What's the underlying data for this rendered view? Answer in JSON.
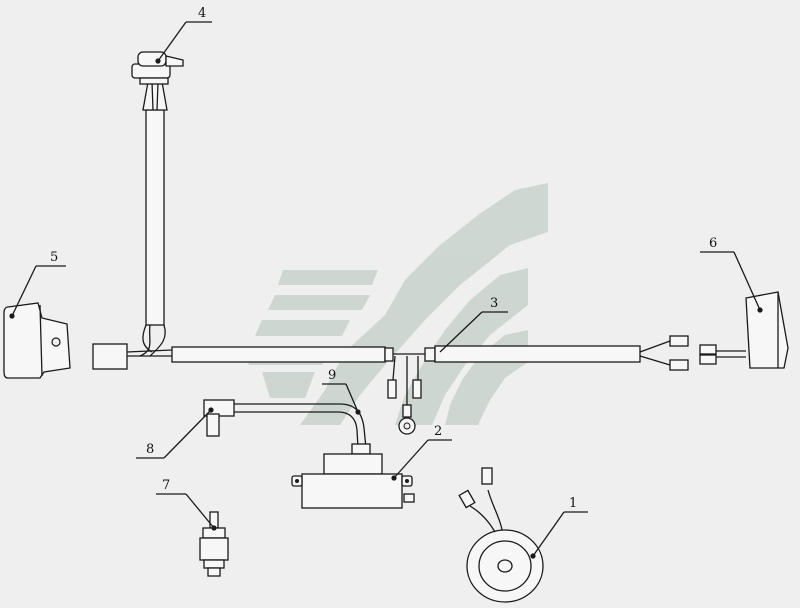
{
  "diagram": {
    "callouts": [
      {
        "id": "c1",
        "text": "1"
      },
      {
        "id": "c2",
        "text": "2"
      },
      {
        "id": "c3",
        "text": "3"
      },
      {
        "id": "c4",
        "text": "4"
      },
      {
        "id": "c5",
        "text": "5"
      },
      {
        "id": "c6",
        "text": "6"
      },
      {
        "id": "c7",
        "text": "7"
      },
      {
        "id": "c8",
        "text": "8"
      },
      {
        "id": "c9",
        "text": "9"
      }
    ],
    "colors": {
      "line": "#1a1a1a",
      "background": "#efefef",
      "watermark": "#c9d2cc"
    }
  }
}
